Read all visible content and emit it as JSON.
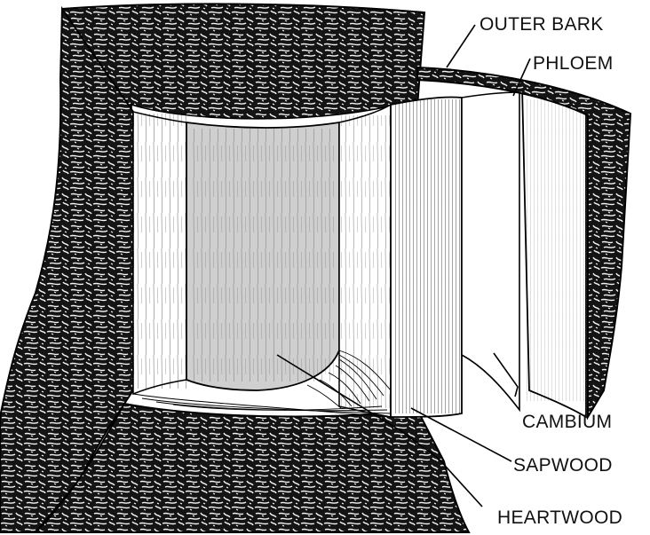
{
  "labels": {
    "outer_bark": "OUTER BARK",
    "phloem": "PHLOEM",
    "cambium": "CAMBIUM",
    "sapwood": "SAPWOOD",
    "heartwood": "HEARTWOOD"
  },
  "colors": {
    "ink": "#000000",
    "heartwood_fill": "#cfcfcf",
    "sapwood_fill": "#ffffff",
    "background": "#ffffff"
  }
}
